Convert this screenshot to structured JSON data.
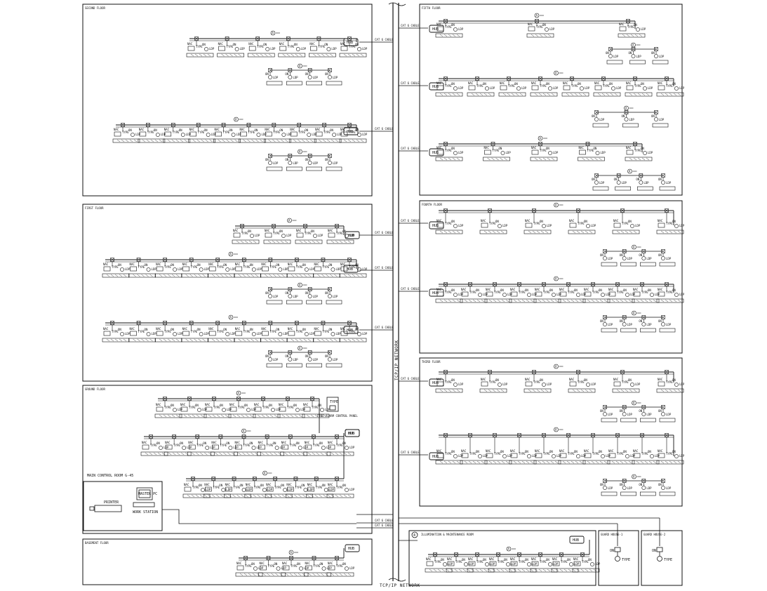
{
  "network": {
    "label_main": "TCP/IP NETWORK",
    "label_bottom": "TCP/IP NETWORK",
    "cable": "CAT 6 CABLE",
    "cable_alt": "CAT 6 CABLE"
  },
  "devices": {
    "nac_label": "NAC",
    "type_label": "TYPE",
    "ldp_label": "LDP",
    "on_label": "ON",
    "off_label": "OFF",
    "tag_a": "A",
    "tag_2": "2",
    "nvr_label": "NVR",
    "hub_label": "HUB"
  },
  "panels": {
    "second_floor": "SECOND FLOOR",
    "first_floor": "FIRST FLOOR",
    "ground_floor": "GROUND FLOOR",
    "basement_floor": "BASEMENT FLOOR",
    "fifth_floor": "FIFTH FLOOR",
    "fourth_floor": "FOURTH FLOOR",
    "third_floor": "THIRD FLOOR",
    "illumination": "ILLUMINATION & MAINTENANCE ROOM",
    "guard_house_1": "GUARD HOUSE-1",
    "guard_house_2": "GUARD HOUSE-2",
    "main_control": "MAIN CONTROL ROOM G-45",
    "printer": "PRINTER",
    "master_pc": "MASTER PC",
    "work_station": "WORK STATION",
    "fire_panel": "FIRE ALARM CONTROL PANEL"
  },
  "bottom_labels": {
    "number_4": "4"
  }
}
